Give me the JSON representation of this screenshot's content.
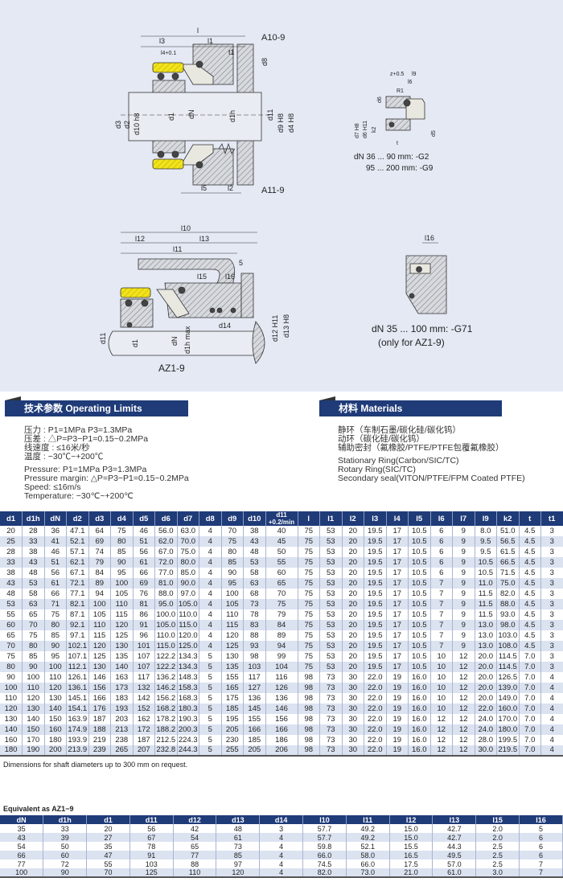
{
  "drawings": {
    "top_main": {
      "labels": [
        "l3",
        "l4+0.1",
        "l",
        "l1",
        "t1",
        "d8",
        "d3",
        "d2",
        "d10 h8",
        "d1",
        "dN",
        "d1h",
        "d11",
        "d9 H8",
        "d4 H8",
        "l5",
        "l2"
      ],
      "variant_top": "A10-9",
      "variant_bottom": "A11-9"
    },
    "top_detail": {
      "labels": [
        "z+0.5",
        "l9",
        "l6",
        "R1",
        "d6",
        "d7 H8",
        "d6 H11",
        "k2",
        "t",
        "d5"
      ],
      "note_line1": "dN 36 ... 90  mm: -G2",
      "note_line2": "95 ... 200 mm: -G9"
    },
    "az": {
      "labels": [
        "l10",
        "l12",
        "l13",
        "l11",
        "5",
        "l15",
        "l16",
        "d14",
        "d11",
        "d1",
        "dN",
        "d1h max",
        "d12 H11",
        "d13 H8"
      ],
      "title": "AZ1-9"
    },
    "az_detail": {
      "label": "l16",
      "note_line1": "dN 35 ... 100 mm: -G71",
      "note_line2": "(only for AZ1-9)"
    }
  },
  "operating_limits": {
    "title": "技术参数 Operating Limits",
    "cn_lines": [
      "压力 : P1=1MPa P3=1.3MPa",
      "压差 : △P=P3−P1=0.15~0.2MPa",
      "线速度 : ≤16米/秒",
      "温度 : −30℃~+200℃"
    ],
    "en_lines": [
      "Pressure: P1=1MPa P3=1.3MPa",
      "Pressure margin: △P=P3−P1=0.15~0.2MPa",
      "Speed: ≤16m/s",
      "Temperature: −30℃~+200℃"
    ]
  },
  "materials": {
    "title": "材料 Materials",
    "cn_lines": [
      "静环（车制石墨/碳化硅/碳化钨）",
      "动环（碳化硅/碳化钨）",
      "辅助密封（氟橡胶/PTFE/PTFE包覆氟橡胶）"
    ],
    "en_lines": [
      "Stationary Ring(Carbon/SIC/TC)",
      "Rotary Ring(SIC/TC)",
      "Secondary seal(VITON/PTFE/FPM Coated PTFE)"
    ]
  },
  "main_table": {
    "headers": [
      "d1",
      "d1h",
      "dN",
      "d2",
      "d3",
      "d4",
      "d5",
      "d6",
      "d7",
      "d8",
      "d9",
      "d10",
      "d11 +0.2/min",
      "l",
      "l1",
      "l2",
      "l3",
      "l4",
      "l5",
      "l6",
      "l7",
      "l9",
      "k2",
      "t",
      "t1"
    ],
    "rows": [
      [
        "20",
        "28",
        "36",
        "47.1",
        "64",
        "75",
        "46",
        "56.0",
        "63.0",
        "4",
        "70",
        "38",
        "40",
        "75",
        "53",
        "20",
        "19.5",
        "17",
        "10.5",
        "6",
        "9",
        "8.0",
        "51.0",
        "4.5",
        "3"
      ],
      [
        "25",
        "33",
        "41",
        "52.1",
        "69",
        "80",
        "51",
        "62.0",
        "70.0",
        "4",
        "75",
        "43",
        "45",
        "75",
        "53",
        "20",
        "19.5",
        "17",
        "10.5",
        "6",
        "9",
        "9.5",
        "56.5",
        "4.5",
        "3"
      ],
      [
        "28",
        "38",
        "46",
        "57.1",
        "74",
        "85",
        "56",
        "67.0",
        "75.0",
        "4",
        "80",
        "48",
        "50",
        "75",
        "53",
        "20",
        "19.5",
        "17",
        "10.5",
        "6",
        "9",
        "9.5",
        "61.5",
        "4.5",
        "3"
      ],
      [
        "33",
        "43",
        "51",
        "62.1",
        "79",
        "90",
        "61",
        "72.0",
        "80.0",
        "4",
        "85",
        "53",
        "55",
        "75",
        "53",
        "20",
        "19.5",
        "17",
        "10.5",
        "6",
        "9",
        "10.5",
        "66.5",
        "4.5",
        "3"
      ],
      [
        "38",
        "48",
        "56",
        "67.1",
        "84",
        "95",
        "66",
        "77.0",
        "85.0",
        "4",
        "90",
        "58",
        "60",
        "75",
        "53",
        "20",
        "19.5",
        "17",
        "10.5",
        "6",
        "9",
        "10.5",
        "71.5",
        "4.5",
        "3"
      ],
      [
        "43",
        "53",
        "61",
        "72.1",
        "89",
        "100",
        "69",
        "81.0",
        "90.0",
        "4",
        "95",
        "63",
        "65",
        "75",
        "53",
        "20",
        "19.5",
        "17",
        "10.5",
        "7",
        "9",
        "11.0",
        "75.0",
        "4.5",
        "3"
      ],
      [
        "48",
        "58",
        "66",
        "77.1",
        "94",
        "105",
        "76",
        "88.0",
        "97.0",
        "4",
        "100",
        "68",
        "70",
        "75",
        "53",
        "20",
        "19.5",
        "17",
        "10.5",
        "7",
        "9",
        "11.5",
        "82.0",
        "4.5",
        "3"
      ],
      [
        "53",
        "63",
        "71",
        "82.1",
        "100",
        "110",
        "81",
        "95.0",
        "105.0",
        "4",
        "105",
        "73",
        "75",
        "75",
        "53",
        "20",
        "19.5",
        "17",
        "10.5",
        "7",
        "9",
        "11.5",
        "88.0",
        "4.5",
        "3"
      ],
      [
        "55",
        "65",
        "75",
        "87.1",
        "105",
        "115",
        "86",
        "100.0",
        "110.0",
        "4",
        "110",
        "78",
        "79",
        "75",
        "53",
        "20",
        "19.5",
        "17",
        "10.5",
        "7",
        "9",
        "11.5",
        "93.0",
        "4.5",
        "3"
      ],
      [
        "60",
        "70",
        "80",
        "92.1",
        "110",
        "120",
        "91",
        "105.0",
        "115.0",
        "4",
        "115",
        "83",
        "84",
        "75",
        "53",
        "20",
        "19.5",
        "17",
        "10.5",
        "7",
        "9",
        "13.0",
        "98.0",
        "4.5",
        "3"
      ],
      [
        "65",
        "75",
        "85",
        "97.1",
        "115",
        "125",
        "96",
        "110.0",
        "120.0",
        "4",
        "120",
        "88",
        "89",
        "75",
        "53",
        "20",
        "19.5",
        "17",
        "10.5",
        "7",
        "9",
        "13.0",
        "103.0",
        "4.5",
        "3"
      ],
      [
        "70",
        "80",
        "90",
        "102.1",
        "120",
        "130",
        "101",
        "115.0",
        "125.0",
        "4",
        "125",
        "93",
        "94",
        "75",
        "53",
        "20",
        "19.5",
        "17",
        "10.5",
        "7",
        "9",
        "13.0",
        "108.0",
        "4.5",
        "3"
      ],
      [
        "75",
        "85",
        "95",
        "107.1",
        "125",
        "135",
        "107",
        "122.2",
        "134.3",
        "5",
        "130",
        "98",
        "99",
        "75",
        "53",
        "20",
        "19.5",
        "17",
        "10.5",
        "10",
        "12",
        "20.0",
        "114.5",
        "7.0",
        "3"
      ],
      [
        "80",
        "90",
        "100",
        "112.1",
        "130",
        "140",
        "107",
        "122.2",
        "134.3",
        "5",
        "135",
        "103",
        "104",
        "75",
        "53",
        "20",
        "19.5",
        "17",
        "10.5",
        "10",
        "12",
        "20.0",
        "114.5",
        "7.0",
        "3"
      ],
      [
        "90",
        "100",
        "110",
        "126.1",
        "146",
        "163",
        "117",
        "136.2",
        "148.3",
        "5",
        "155",
        "117",
        "116",
        "98",
        "73",
        "30",
        "22.0",
        "19",
        "16.0",
        "10",
        "12",
        "20.0",
        "126.5",
        "7.0",
        "4"
      ],
      [
        "100",
        "110",
        "120",
        "136.1",
        "156",
        "173",
        "132",
        "146.2",
        "158.3",
        "5",
        "165",
        "127",
        "126",
        "98",
        "73",
        "30",
        "22.0",
        "19",
        "16.0",
        "10",
        "12",
        "20.0",
        "139.0",
        "7.0",
        "4"
      ],
      [
        "110",
        "120",
        "130",
        "145.1",
        "166",
        "183",
        "142",
        "156.2",
        "168.3",
        "5",
        "175",
        "136",
        "136",
        "98",
        "73",
        "30",
        "22.0",
        "19",
        "16.0",
        "10",
        "12",
        "20.0",
        "149.0",
        "7.0",
        "4"
      ],
      [
        "120",
        "130",
        "140",
        "154.1",
        "176",
        "193",
        "152",
        "168.2",
        "180.3",
        "5",
        "185",
        "145",
        "146",
        "98",
        "73",
        "30",
        "22.0",
        "19",
        "16.0",
        "10",
        "12",
        "22.0",
        "160.0",
        "7.0",
        "4"
      ],
      [
        "130",
        "140",
        "150",
        "163.9",
        "187",
        "203",
        "162",
        "178.2",
        "190.3",
        "5",
        "195",
        "155",
        "156",
        "98",
        "73",
        "30",
        "22.0",
        "19",
        "16.0",
        "12",
        "12",
        "24.0",
        "170.0",
        "7.0",
        "4"
      ],
      [
        "140",
        "150",
        "160",
        "174.9",
        "188",
        "213",
        "172",
        "188.2",
        "200.3",
        "5",
        "205",
        "166",
        "166",
        "98",
        "73",
        "30",
        "22.0",
        "19",
        "16.0",
        "12",
        "12",
        "24.0",
        "180.0",
        "7.0",
        "4"
      ],
      [
        "160",
        "170",
        "180",
        "193.9",
        "219",
        "238",
        "187",
        "212.5",
        "224.3",
        "5",
        "230",
        "185",
        "186",
        "98",
        "73",
        "30",
        "22.0",
        "19",
        "16.0",
        "12",
        "12",
        "28.0",
        "199.5",
        "7.0",
        "4"
      ],
      [
        "180",
        "190",
        "200",
        "213.9",
        "239",
        "265",
        "207",
        "232.8",
        "244.3",
        "5",
        "255",
        "205",
        "206",
        "98",
        "73",
        "30",
        "22.0",
        "19",
        "16.0",
        "12",
        "12",
        "30.0",
        "219.5",
        "7.0",
        "4"
      ]
    ],
    "footnote": "Dimensions for shaft diameters up to 300 mm on request."
  },
  "az_table": {
    "title": "Equivalent as AZ1−9",
    "headers": [
      "dN",
      "d1h",
      "d1",
      "d11",
      "d12",
      "d13",
      "d14",
      "l10",
      "l11",
      "l12",
      "l13",
      "l15",
      "l16"
    ],
    "rows": [
      [
        "35",
        "33",
        "20",
        "56",
        "42",
        "48",
        "3",
        "57.7",
        "49.2",
        "15.0",
        "42.7",
        "2.0",
        "5"
      ],
      [
        "43",
        "39",
        "27",
        "67",
        "54",
        "61",
        "4",
        "57.7",
        "49.2",
        "15.0",
        "42.7",
        "2.0",
        "6"
      ],
      [
        "54",
        "50",
        "35",
        "78",
        "65",
        "73",
        "4",
        "59.8",
        "52.1",
        "15.5",
        "44.3",
        "2.5",
        "6"
      ],
      [
        "66",
        "60",
        "47",
        "91",
        "77",
        "85",
        "4",
        "66.0",
        "58.0",
        "16.5",
        "49.5",
        "2.5",
        "6"
      ],
      [
        "77",
        "72",
        "55",
        "103",
        "88",
        "97",
        "4",
        "74.5",
        "66.0",
        "17.5",
        "57.0",
        "2.5",
        "7"
      ],
      [
        "100",
        "90",
        "70",
        "125",
        "110",
        "120",
        "4",
        "82.0",
        "73.0",
        "21.0",
        "61.0",
        "3.0",
        "7"
      ]
    ]
  },
  "colors": {
    "navy": "#1f3b78",
    "row_alt": "#dbe2f0",
    "drawing_bg": "#e4e9f4",
    "seal_yellow": "#f2e31a"
  }
}
